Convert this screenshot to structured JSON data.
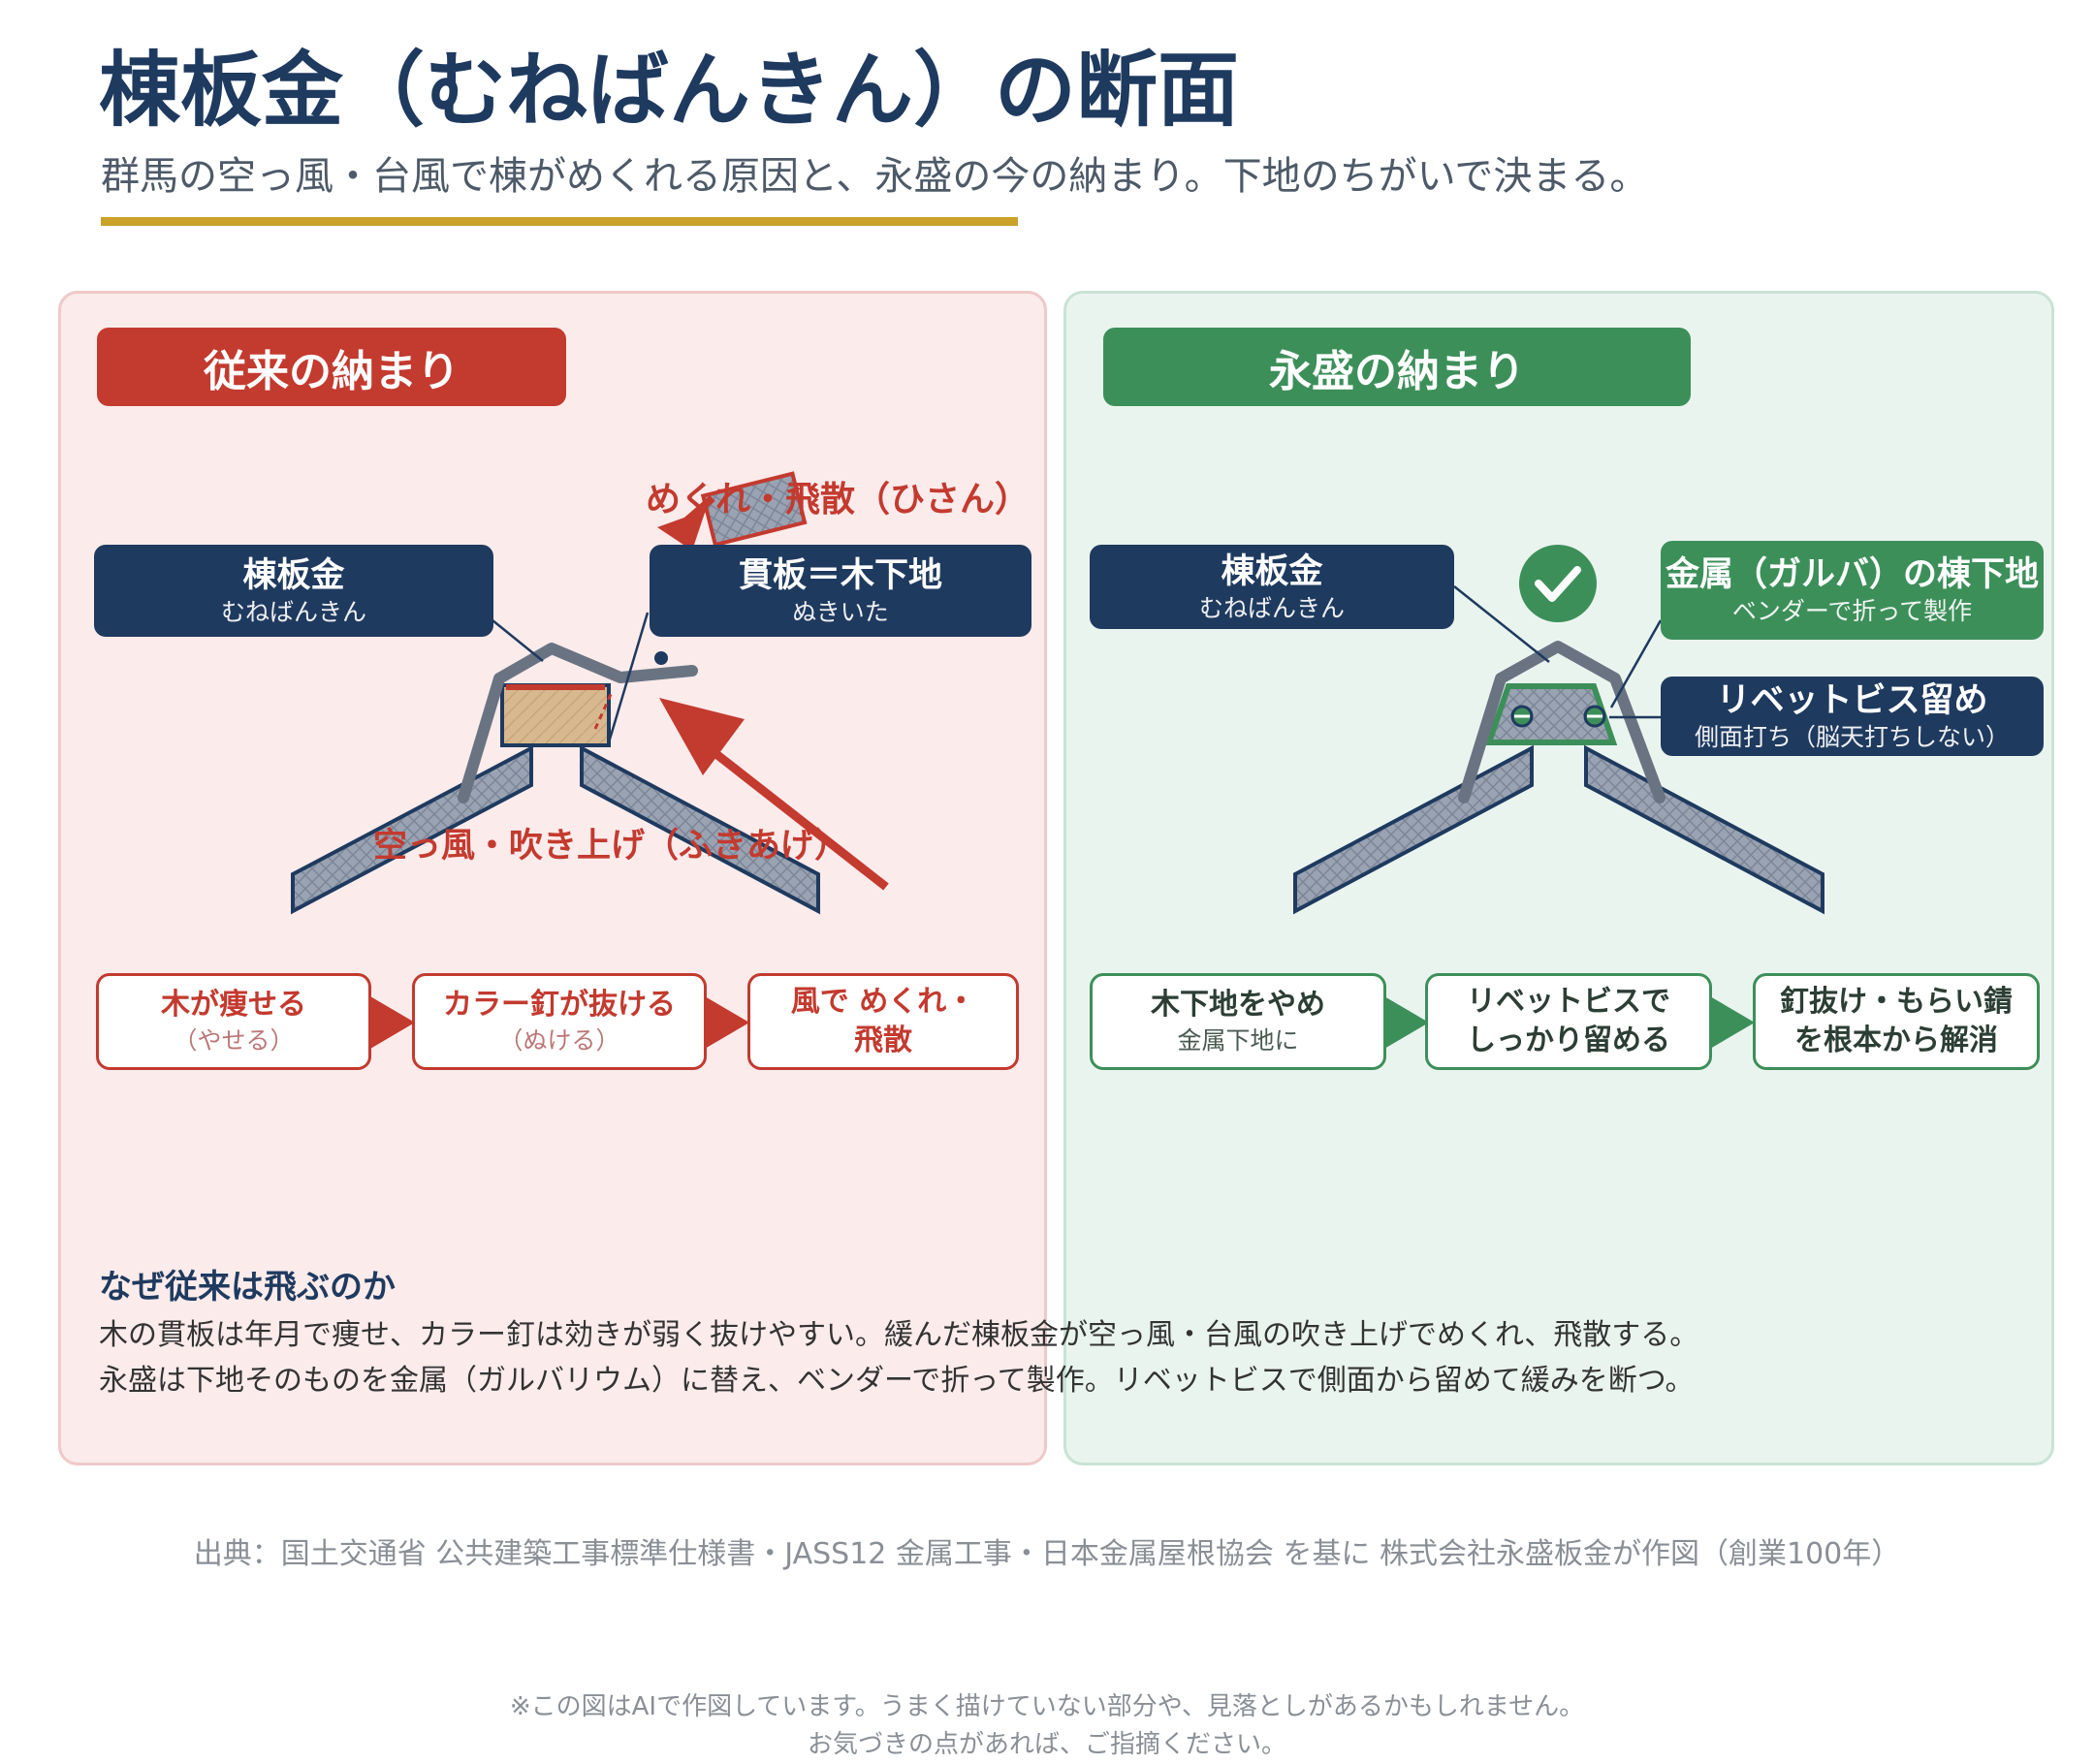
{
  "title": "棟板金（むねばんきん）の断面",
  "subtitle": "群馬の空っ風・台風で棟がめくれる原因と、永盛の今の納まり。下地のちがいで決まる。",
  "colors": {
    "navy": "#1f3a5f",
    "red": "#c33a2f",
    "green": "#3d8f5a",
    "gold": "#c9a227"
  },
  "left": {
    "header": "従来の納まり",
    "tag_ridge": {
      "main": "棟板金",
      "sub": "むねばんきん"
    },
    "tag_nuki": {
      "main": "貫板＝木下地",
      "sub": "ぬきいた"
    },
    "label_flyoff": "めくれ・飛散（ひさん）",
    "label_wind": "空っ風・吹き上げ（ふきあげ）",
    "steps": [
      {
        "main": "木が痩せる",
        "sub": "（やせる）"
      },
      {
        "main": "カラー釘が抜ける",
        "sub": "（ぬける）"
      },
      {
        "main": "風で めくれ・",
        "sub": "飛散"
      }
    ]
  },
  "right": {
    "header": "永盛の納まり",
    "tag_ridge": {
      "main": "棟板金",
      "sub": "むねばんきん"
    },
    "tag_metal": {
      "main": "金属（ガルバ）の棟下地",
      "sub": "ベンダーで折って製作"
    },
    "tag_rivet": {
      "main": "リベットビス留め",
      "sub": "側面打ち（脳天打ちしない）"
    },
    "check_icon": "check-circle-icon",
    "steps": [
      {
        "main": "木下地をやめ",
        "sub": "金属下地に"
      },
      {
        "main": "リベットビスで",
        "sub": "しっかり留める"
      },
      {
        "main": "釘抜け・もらい錆",
        "sub": "を根本から解消"
      }
    ]
  },
  "why": {
    "title": "なぜ従来は飛ぶのか",
    "line1": "木の貫板は年月で痩せ、カラー釘は効きが弱く抜けやすい。緩んだ棟板金が空っ風・台風の吹き上げでめくれ、飛散する。",
    "line2": "永盛は下地そのものを金属（ガルバリウム）に替え、ベンダーで折って製作。リベットビスで側面から留めて緩みを断つ。"
  },
  "source": "出典：国土交通省 公共建築工事標準仕様書・JASS12 金属工事・日本金属屋根協会 を基に 株式会社永盛板金が作図（創業100年）",
  "note_1": "※この図はAIで作図しています。うまく描けていない部分や、見落としがあるかもしれません。",
  "note_2": "お気づきの点があれば、ご指摘ください。"
}
